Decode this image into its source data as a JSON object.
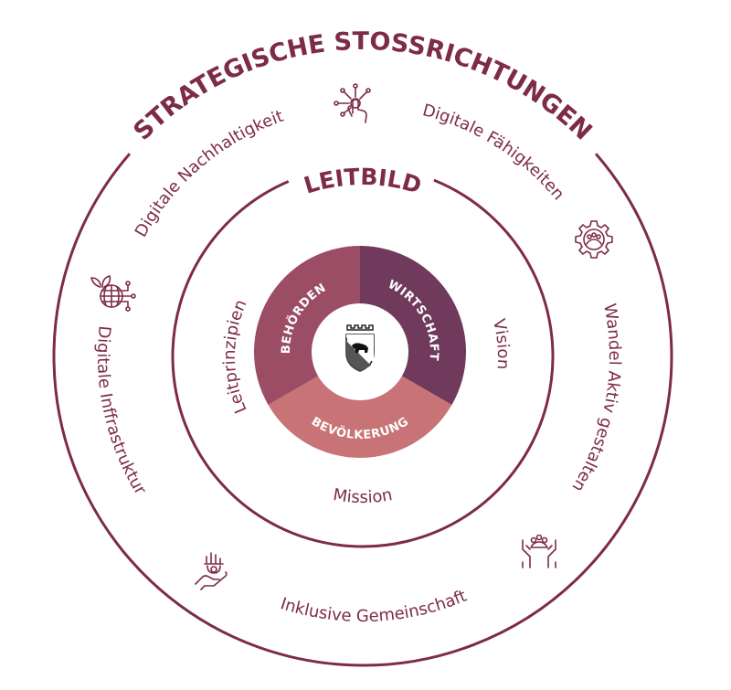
{
  "outer_ring": {
    "title": "STRATEGISCHE STOSSRICHTUNGEN",
    "items": [
      {
        "label": "Digitale Nachhaltigkeit"
      },
      {
        "label": "Digitale Fähigkeiten"
      },
      {
        "label": "Wandel Aktiv gestalten"
      },
      {
        "label": "Inklusive Gemeinschaft"
      },
      {
        "label": "Digitale Inffrastruktur"
      }
    ],
    "icons": [
      "touch-network-icon",
      "gear-people-icon",
      "hands-people-icon",
      "hand-gear-icon",
      "globe-leaf-icon"
    ]
  },
  "middle_ring": {
    "title": "LEITBILD",
    "items": [
      {
        "label": "Vision"
      },
      {
        "label": "Mission"
      },
      {
        "label": "Leitprinzipien"
      }
    ]
  },
  "core": {
    "segments": [
      {
        "label": "WIRTSCHAFT",
        "color": "#6f3a5c"
      },
      {
        "label": "BEVÖLKERUNG",
        "color": "#c87375"
      },
      {
        "label": "BEHÖRDEN",
        "color": "#9b4d66"
      }
    ],
    "emblem": "bern-coat-of-arms-icon"
  },
  "colors": {
    "line": "#7d2b48"
  }
}
